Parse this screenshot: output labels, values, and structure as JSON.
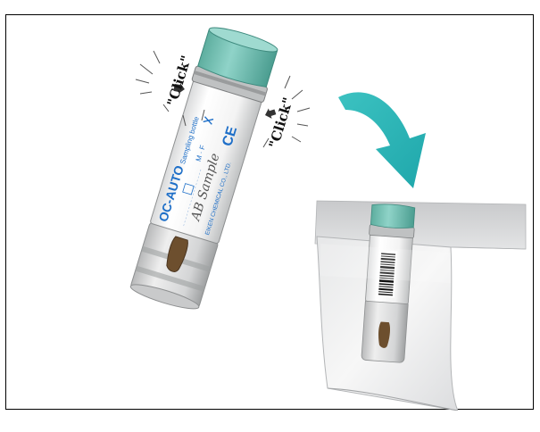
{
  "figure": {
    "callouts": {
      "left": "\"Click\"",
      "right": "\"Click\""
    },
    "tube_label": {
      "brand": "OC-AUTO",
      "subtitle": "Sampling bottle",
      "gender_options": "M · F",
      "sample_text": "AB Sample",
      "ce_mark": "CE",
      "manufacturer": "EIKEN CHEMICAL CO., LTD."
    },
    "colors": {
      "cap": "#79c8bd",
      "cap_dark": "#4fa79b",
      "arrow": "#2fb8b8",
      "label_blue": "#1e6fc8",
      "frame": "#000000"
    },
    "icons": [
      "sampling-tube-icon",
      "curved-arrow-icon",
      "specimen-bag-icon",
      "barcode-icon",
      "click-callout-icon"
    ]
  }
}
